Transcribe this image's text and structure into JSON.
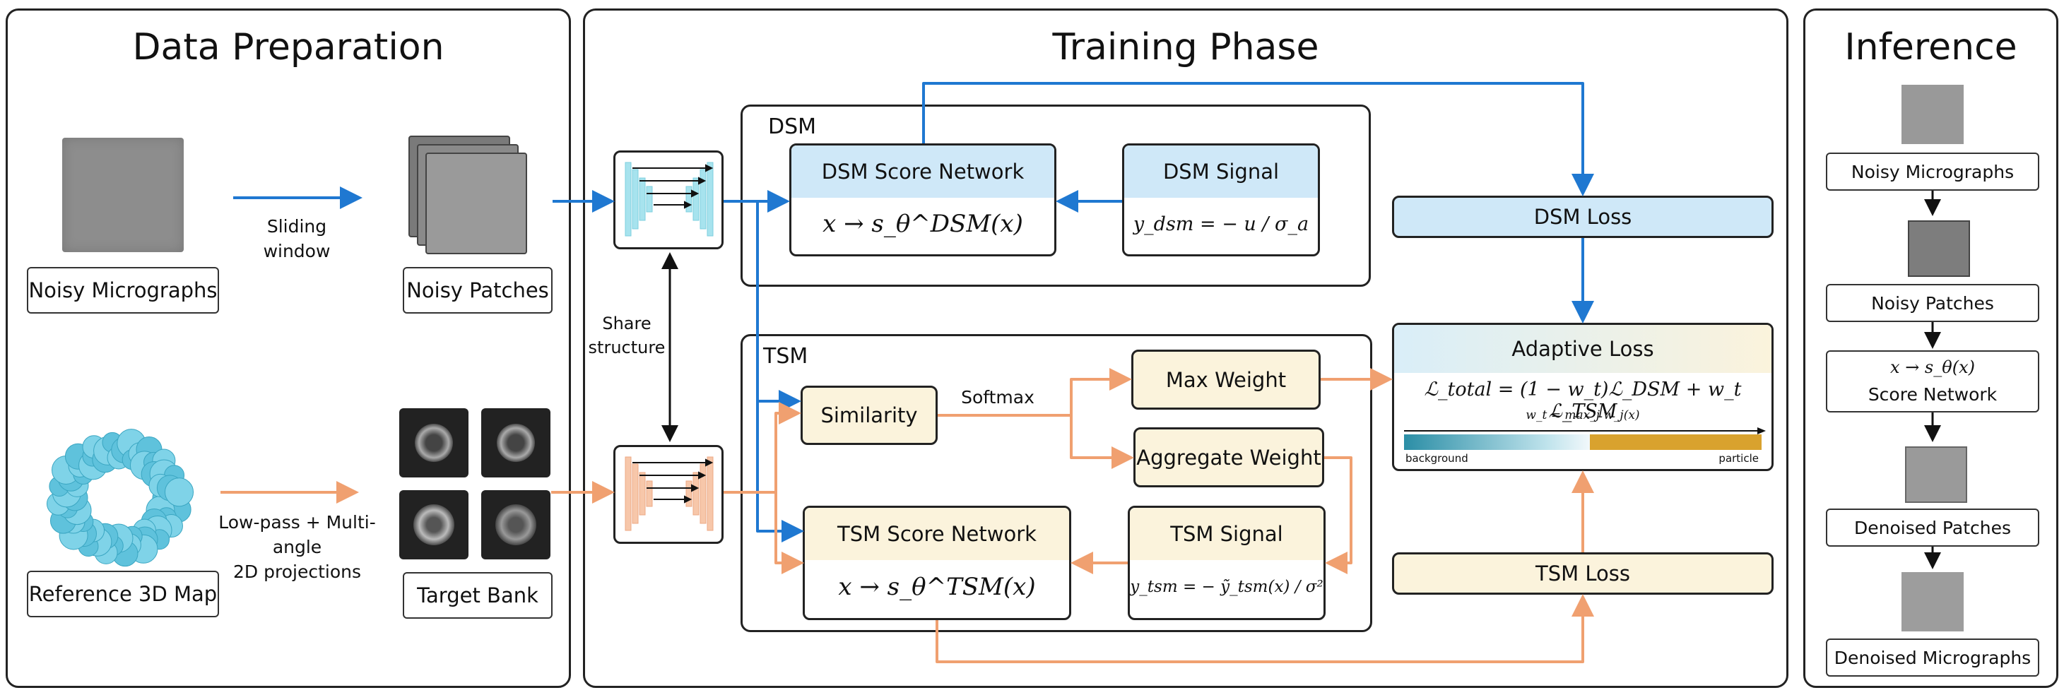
{
  "colors": {
    "blue": "#1f78d1",
    "orange": "#f0a070",
    "blue_fill": "#cfe8f8",
    "tan_fill": "#fbf3dc",
    "gold": "#d9a22e",
    "teal": "#2b8ea6"
  },
  "data_preparation": {
    "title": "Data Preparation",
    "noisy_micrographs": "Noisy Micrographs",
    "sliding_window": "Sliding\nwindow",
    "noisy_patches": "Noisy Patches",
    "reference_map": "Reference 3D Map",
    "projection_note": "Low-pass + Multi-angle\n2D projections",
    "target_bank": "Target Bank"
  },
  "training": {
    "title": "Training Phase",
    "share_structure": "Share\nstructure",
    "dsm": {
      "region_label": "DSM",
      "score_network": "DSM Score Network",
      "score_formula": "x → s_θ^DSM(x)",
      "signal": "DSM Signal",
      "signal_formula": "y_dsm = − u / σ_a"
    },
    "tsm": {
      "region_label": "TSM",
      "similarity": "Similarity",
      "softmax": "Softmax",
      "max_weight": "Max Weight",
      "aggregate_weight": "Aggregate Weight",
      "score_network": "TSM Score Network",
      "score_formula": "x → s_θ^TSM(x)",
      "signal": "TSM Signal",
      "signal_formula": "y_tsm = − ỹ_tsm(x) / σ²"
    },
    "dsm_loss": "DSM Loss",
    "tsm_loss": "TSM Loss",
    "adaptive_loss": {
      "title": "Adaptive Loss",
      "formula": "ℒ_total = (1 − w_t)ℒ_DSM + w_t ℒ_TSM",
      "weight_formula": "w_t = max_j w_j(x)",
      "bar_left": "background",
      "bar_right": "particle"
    }
  },
  "inference": {
    "title": "Inference",
    "steps": [
      "Noisy Micrographs",
      "Noisy Patches",
      "Score Network",
      "Denoised Patches",
      "Denoised Micrographs"
    ],
    "score_formula": "x → s_θ(x)"
  }
}
